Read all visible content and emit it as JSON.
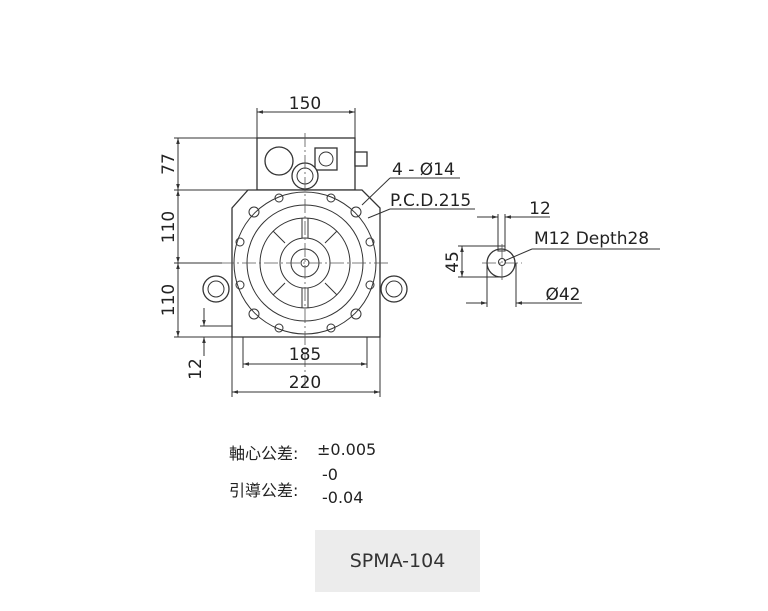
{
  "drawing": {
    "dims": {
      "top_width": "150",
      "box_height": "77",
      "upper_height": "110",
      "lower_height": "110",
      "foot_height": "12",
      "foot_span": "185",
      "overall_width": "220",
      "holes": "4 - Ø14",
      "pcd": "P.C.D.215",
      "key_width": "12",
      "thread": "M12 Depth28",
      "shaft_height": "45",
      "shaft_dia": "Ø42"
    }
  },
  "tolerance": {
    "axis_label": "軸心公差:",
    "axis_value": "±0.005",
    "guide_label": "引導公差:",
    "guide_upper": "-0",
    "guide_lower": "-0.04"
  },
  "model": "SPMA-104"
}
